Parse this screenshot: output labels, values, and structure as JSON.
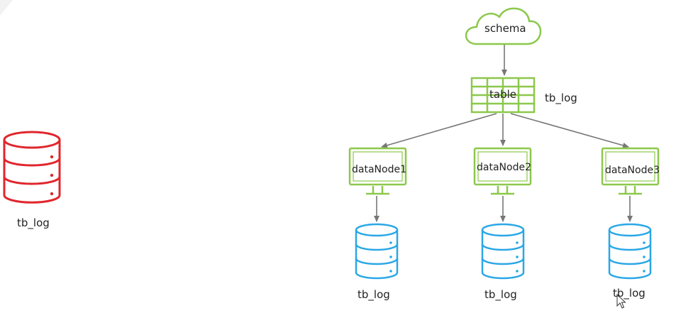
{
  "left_db": {
    "label": "tb_log",
    "color": "#e0262c"
  },
  "schema": {
    "label": "schema"
  },
  "table": {
    "label": "table",
    "name": "tb_log"
  },
  "data_nodes": [
    {
      "label": "dataNode1"
    },
    {
      "label": "dataNode2"
    },
    {
      "label": "dataNode3"
    }
  ],
  "node_dbs": [
    {
      "label": "tb_log"
    },
    {
      "label": "tb_log"
    },
    {
      "label": "tb_log"
    }
  ],
  "colors": {
    "green": "#8cc84b",
    "blue": "#2aa7e6",
    "red": "#e0262c",
    "arrow": "#777777"
  }
}
